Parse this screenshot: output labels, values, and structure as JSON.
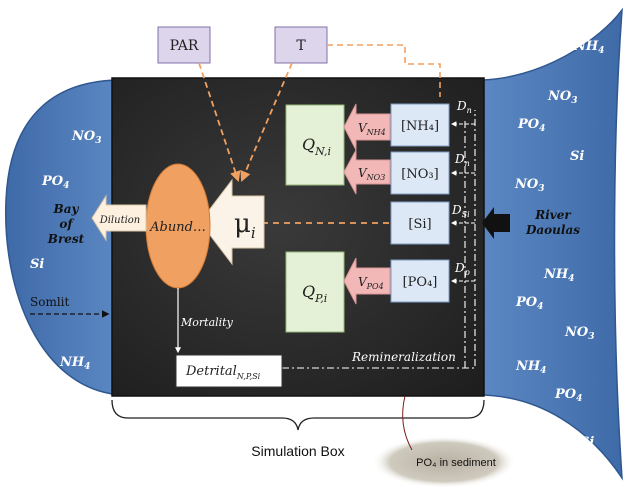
{
  "labels": {
    "par": "PAR",
    "temperature": "T",
    "q_n_main": "Q",
    "q_n_sub": "N,i",
    "q_p_main": "Q",
    "q_p_sub": "P,i",
    "v_nh4_main": "V",
    "v_nh4_sub": "NH4",
    "v_no3_main": "V",
    "v_no3_sub": "NO3",
    "v_po4_main": "V",
    "v_po4_sub": "PO4",
    "box_nh4": "[NH₄]",
    "box_no3": "[NO₃]",
    "box_si": "[Si]",
    "box_po4": "[PO₄]",
    "d_n1_main": "D",
    "d_n1_sub": "n",
    "d_n2_main": "D",
    "d_n2_sub": "n",
    "d_si_main": "D",
    "d_si_sub": "Si",
    "d_p_main": "D",
    "d_p_sub": "p",
    "mu_main": "μ",
    "mu_sub": "i",
    "abund": "Abund…",
    "dilution": "Dilution",
    "mortality": "Mortality",
    "detrital_main": "Detrital",
    "detrital_sub": "N,P,Si",
    "remineralization": "Remineralization",
    "bay_line1": "Bay",
    "bay_line2": "of",
    "bay_line3": "Brest",
    "somlit": "Somlit",
    "river_line1": "River",
    "river_line2": "Daoulas",
    "simulation_box": "Simulation Box",
    "sediment": "PO₄ in sediment"
  },
  "left_species": [
    {
      "name": "NO",
      "sub": "3"
    },
    {
      "name": "PO",
      "sub": "4"
    },
    {
      "name": "Si",
      "sub": ""
    },
    {
      "name": "NH",
      "sub": "4"
    }
  ],
  "right_species": [
    {
      "name": "NH",
      "sub": "4"
    },
    {
      "name": "NO",
      "sub": "3"
    },
    {
      "name": "PO",
      "sub": "4"
    },
    {
      "name": "Si",
      "sub": ""
    },
    {
      "name": "NO",
      "sub": "3"
    },
    {
      "name": "NH",
      "sub": "4"
    },
    {
      "name": "PO",
      "sub": "4"
    },
    {
      "name": "NO",
      "sub": "3"
    },
    {
      "name": "NH",
      "sub": "4"
    },
    {
      "name": "PO",
      "sub": "4"
    },
    {
      "name": "Si",
      "sub": ""
    }
  ],
  "colors": {
    "box_dark": "#2b2b2b",
    "sea_blue": "#4a77b4",
    "orange": "#f0a060",
    "green_box": "#e4f1d6",
    "pink_arrow": "#f2b7b7",
    "purple_box": "#ddd5ec",
    "light_blue_box": "#dce8f6"
  }
}
